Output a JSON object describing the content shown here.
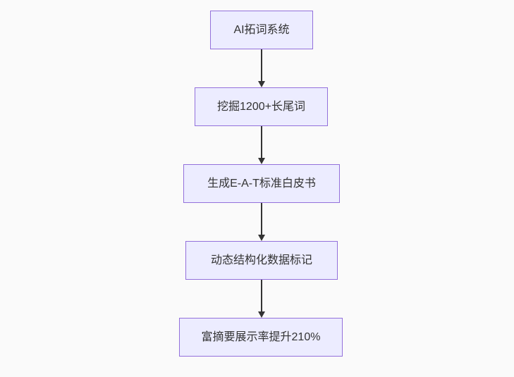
{
  "diagram": {
    "type": "flowchart",
    "direction": "top-down",
    "nodes": [
      {
        "id": "A",
        "label": "AI拓词系统"
      },
      {
        "id": "B",
        "label": "挖掘1200+长尾词"
      },
      {
        "id": "C",
        "label": "生成E-A-T标准白皮书"
      },
      {
        "id": "D",
        "label": "动态结构化数据标记"
      },
      {
        "id": "E",
        "label": "富摘要展示率提升210%"
      }
    ],
    "edges": [
      {
        "from": "A",
        "to": "B"
      },
      {
        "from": "B",
        "to": "C"
      },
      {
        "from": "C",
        "to": "D"
      },
      {
        "from": "D",
        "to": "E"
      }
    ],
    "colors": {
      "background": "#fafafa",
      "node_fill": "#ECECFF",
      "node_border": "#9370DB",
      "node_text": "#333333",
      "arrow": "#333333"
    }
  }
}
